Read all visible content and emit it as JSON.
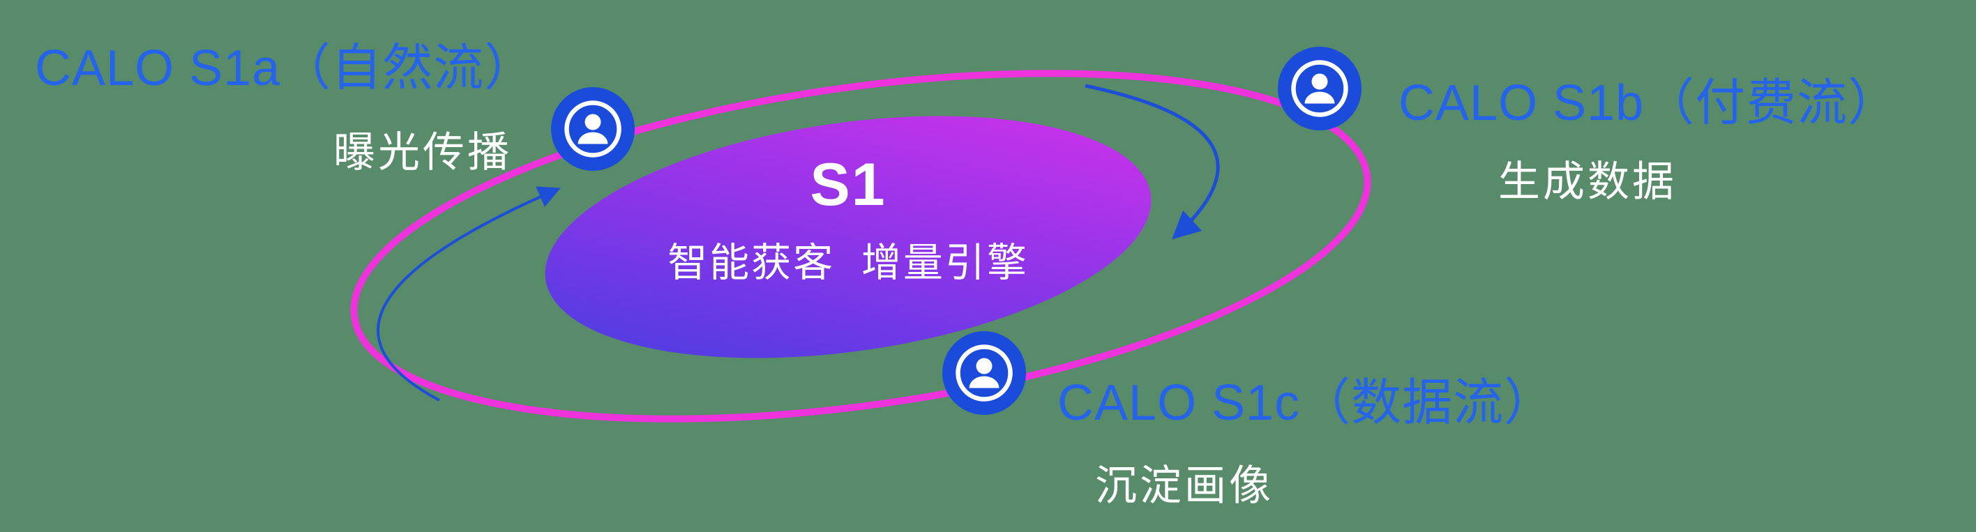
{
  "background_color": "#588b6a",
  "colors": {
    "label_blue": "#2563eb",
    "icon_blue": "#1a4bdb",
    "ring_magenta": "#ee33dd",
    "ellipse_gradient_start": "#3f3fe0",
    "ellipse_gradient_mid": "#8d35e8",
    "ellipse_gradient_end": "#d832ec",
    "arrow_blue": "#1d4ed8",
    "text_white": "#ffffff"
  },
  "center": {
    "title": "S1",
    "subtitle": "智能获客  增量引擎"
  },
  "nodes": [
    {
      "id": "s1a",
      "title": "CALO S1a（自然流）",
      "subtitle": "曝光传播",
      "icon": "user-icon"
    },
    {
      "id": "s1b",
      "title": "CALO S1b（付费流）",
      "subtitle": "生成数据",
      "icon": "user-icon"
    },
    {
      "id": "s1c",
      "title": "CALO S1c（数据流）",
      "subtitle": "沉淀画像",
      "icon": "user-icon"
    }
  ]
}
